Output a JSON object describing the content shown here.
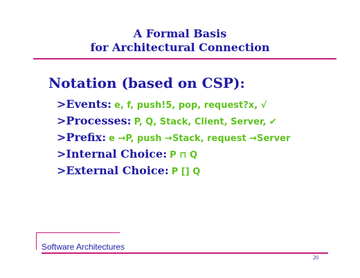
{
  "title": {
    "line1": "A Formal Basis",
    "line2": "for Architectural Connection"
  },
  "heading": "Notation (based on CSP):",
  "items": [
    {
      "label": ">Events:",
      "value": "e, f, push!5, pop, request?x, √"
    },
    {
      "label": ">Processes:",
      "value": "P, Q, Stack, Client, Server, ✔"
    },
    {
      "label": ">Prefix:",
      "value": "e →P, push →Stack, request →Server"
    },
    {
      "label": ">Internal Choice:",
      "value": "P ⊓ Q"
    },
    {
      "label": ">External Choice:",
      "value": "P [] Q"
    }
  ],
  "footer": {
    "label": "Software Architectures",
    "page": "20"
  },
  "colors": {
    "title_blue": "#1f1aa3",
    "accent_magenta": "#c71d7c",
    "value_green": "#5ec31e"
  }
}
